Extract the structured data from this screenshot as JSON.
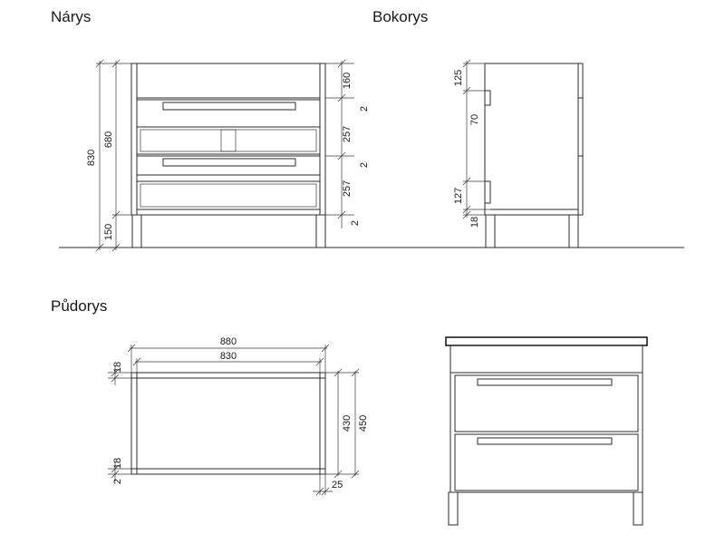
{
  "titles": {
    "front": "Nárys",
    "side": "Bokorys",
    "plan": "Půdorys"
  },
  "front_dims": {
    "overall_height": "830",
    "body_height": "680",
    "leg_height": "150",
    "top_section": "160",
    "gap_1": "2",
    "drawer_1": "257",
    "gap_2": "2",
    "drawer_2": "257",
    "gap_3": "2"
  },
  "side_dims": {
    "top_offset": "125",
    "handle_height": "70",
    "bottom_offset": "127",
    "panel_thickness": "18"
  },
  "plan_dims": {
    "outer_width": "880",
    "inner_width": "830",
    "top_thickness": "18",
    "bottom_thickness": "18",
    "gap": "2",
    "inner_depth": "430",
    "outer_depth": "450",
    "overhang": "25"
  }
}
